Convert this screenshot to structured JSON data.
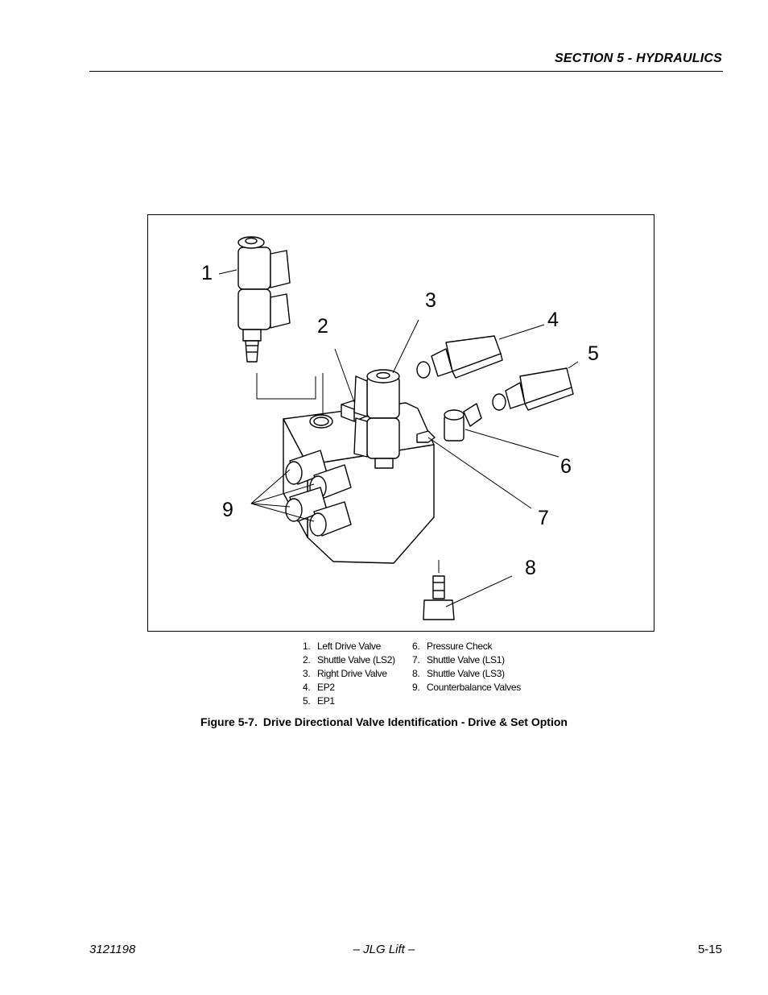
{
  "header": {
    "section_title": "SECTION 5 - HYDRAULICS"
  },
  "figure": {
    "callouts": [
      "1",
      "2",
      "3",
      "4",
      "5",
      "6",
      "7",
      "8",
      "9"
    ],
    "legend": [
      {
        "num": "1.",
        "text": "Left Drive Valve"
      },
      {
        "num": "2.",
        "text": "Shuttle Valve (LS2)"
      },
      {
        "num": "3.",
        "text": "Right Drive Valve"
      },
      {
        "num": "4.",
        "text": "EP2"
      },
      {
        "num": "5.",
        "text": "EP1"
      },
      {
        "num": "6.",
        "text": "Pressure Check"
      },
      {
        "num": "7.",
        "text": "Shuttle Valve (LS1)"
      },
      {
        "num": "8.",
        "text": "Shuttle Valve (LS3)"
      },
      {
        "num": "9.",
        "text": "Counterbalance Valves"
      }
    ],
    "caption_number": "Figure 5-7.",
    "caption_text": "Drive Directional Valve Identification - Drive & Set Option"
  },
  "footer": {
    "doc_number": "3121198",
    "publisher": "– JLG Lift –",
    "page_number": "5-15"
  }
}
